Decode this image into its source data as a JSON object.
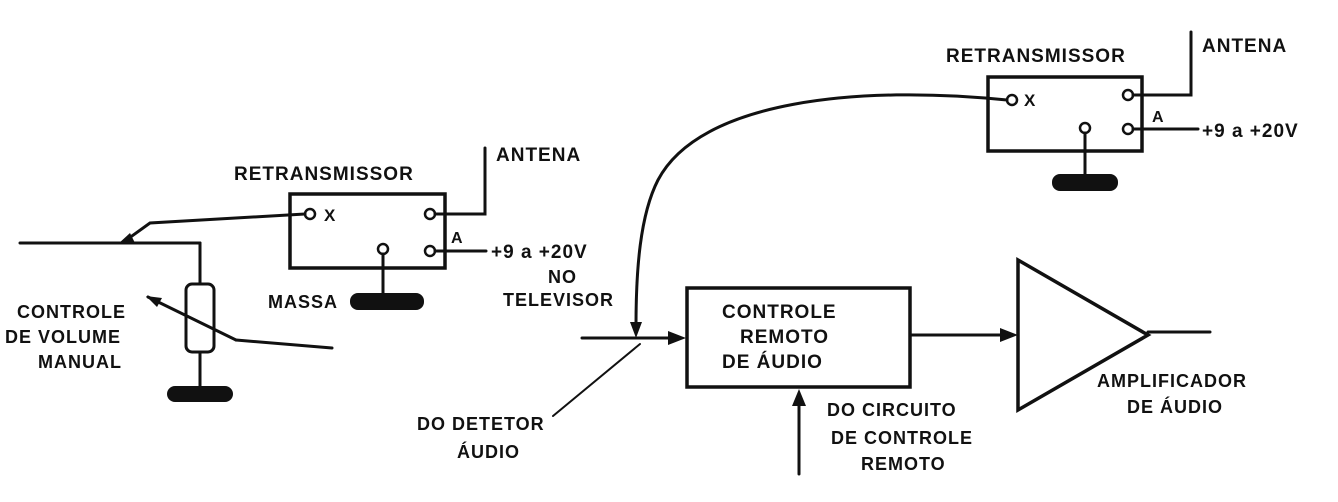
{
  "left_circuit": {
    "retransmissor_label": "RETRANSMISSOR",
    "antena_label": "ANTENA",
    "x_label": "X",
    "a_label": "A",
    "voltage_label": "+9 a +20V",
    "no_label": "NO",
    "televisor_label": "TELEVISOR",
    "massa_label": "MASSA",
    "volume_control_lines": [
      "CONTROLE",
      "DE VOLUME",
      "MANUAL"
    ]
  },
  "right_circuit": {
    "retransmissor_label": "RETRANSMISSOR",
    "antena_label": "ANTENA",
    "x_label": "X",
    "a_label": "A",
    "voltage_label": "+9 a +20V",
    "remote_block_lines": [
      "CONTROLE",
      "REMOTO",
      "DE ÁUDIO"
    ],
    "detector_lines": [
      "DO DETETOR",
      "ÁUDIO"
    ],
    "remote_circuit_lines": [
      "DO CIRCUITO",
      "DE CONTROLE",
      "REMOTO"
    ],
    "amplifier_lines": [
      "AMPLIFICADOR",
      "DE ÁUDIO"
    ]
  },
  "colors": {
    "ink": "#111111",
    "paper": "#ffffff"
  }
}
